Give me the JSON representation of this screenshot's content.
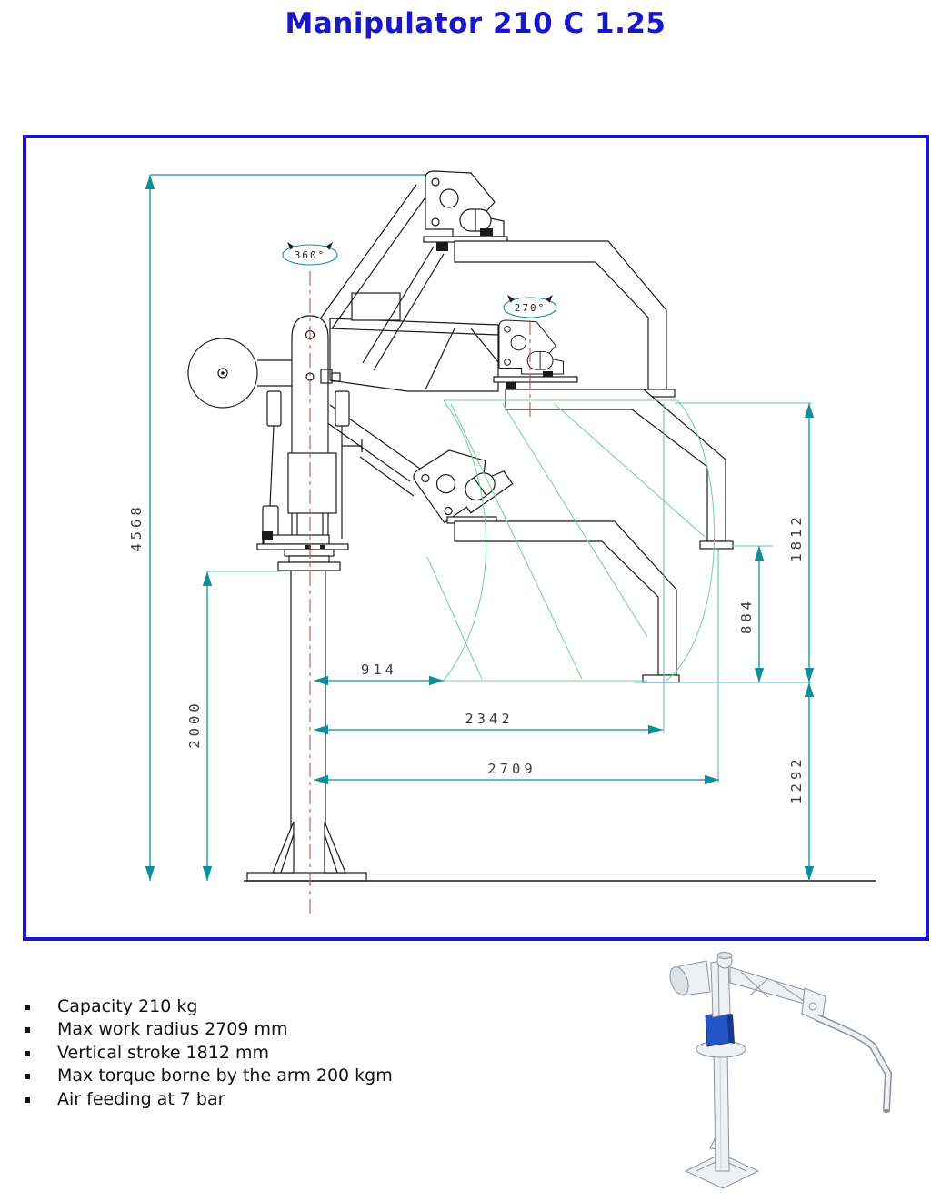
{
  "title": "Manipulator 210 C 1.25",
  "colors": {
    "title_blue": "#1a16cc",
    "frame_blue": "#1c16c8",
    "dim_teal": "#0d8e9a",
    "ext_teal": "#5fc0ca",
    "centerline_red": "#c4534e",
    "envelope_green": "#79d2a2",
    "line_black": "#1a1a1a",
    "dim_text": "#3b3b3b",
    "render_blue": "#2457c5",
    "render_blue_dark": "#18368c",
    "render_gray": "#8b929c",
    "render_fill": "#eef1f4"
  },
  "drawing": {
    "rotation": {
      "column_swivel": "360°",
      "arm_swivel": "270°"
    },
    "dimensions": {
      "total_height": "4568",
      "column_height": "2000",
      "vertical_stroke": "1812",
      "mid_offset": "884",
      "low_height": "1292",
      "min_radius": "914",
      "mid_radius": "2342",
      "max_radius": "2709"
    }
  },
  "specs": {
    "items": [
      "Capacity 210 kg",
      "Max work radius 2709 mm",
      "Vertical stroke 1812 mm",
      "Max torque borne by the arm 200 kgm",
      "Air feeding at 7 bar"
    ]
  }
}
